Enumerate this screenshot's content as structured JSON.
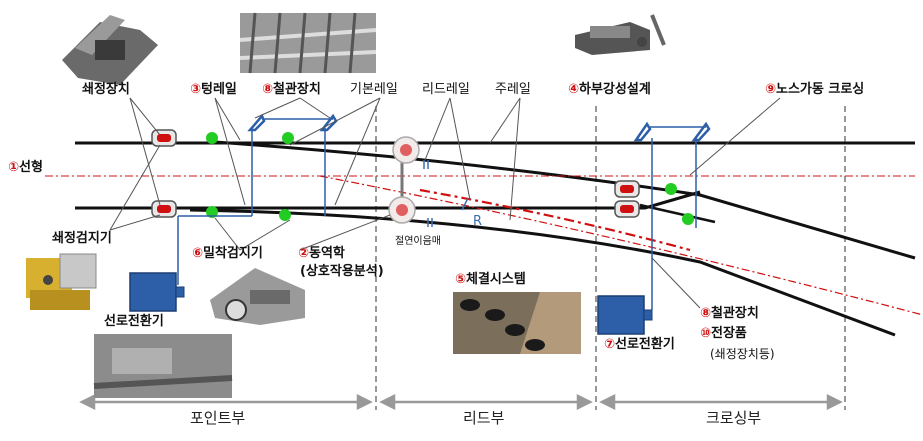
{
  "labels": {
    "lock_device": "쇄정장치",
    "tongue_rail_num": "③",
    "tongue_rail": "텅레일",
    "switch_equip_num": "⑧",
    "switch_equip": "철관장치",
    "stock_rail": "기본레일",
    "lead_rail": "리드레일",
    "main_rail": "주레일",
    "substructure_num": "④",
    "substructure": "하부강성설계",
    "nose_num": "⑨",
    "nose": "노스가동 크로싱",
    "alignment_num": "①",
    "alignment": "선형",
    "lock_detector": "쇄정검지기",
    "contact_detector_num": "⑥",
    "contact_detector": "밀착검지기",
    "dynamics_num": "②",
    "dynamics": "동역학",
    "dynamics_sub": "(상호작용분석)",
    "insulated_joint": "절연이음매",
    "radius": "R",
    "fastening_num": "⑤",
    "fastening": "체결시스템",
    "point_machine_left": "선로전환기",
    "point_machine_right_num": "⑦",
    "point_machine_right": "선로전환기",
    "switch_equip2_num": "⑧",
    "switch_equip2": "철관장치",
    "electrical_num": "⑩",
    "electrical": "전장품",
    "electrical_sub": "(쇄정장치등)"
  },
  "sections": {
    "point": "포인트부",
    "lead": "리드부",
    "crossing": "크로싱부"
  },
  "colors": {
    "accent_red": "#d01010",
    "dot_green": "#22cc22",
    "machine_blue": "#2c5fa8",
    "rod_blue": "#3a6fb0"
  }
}
